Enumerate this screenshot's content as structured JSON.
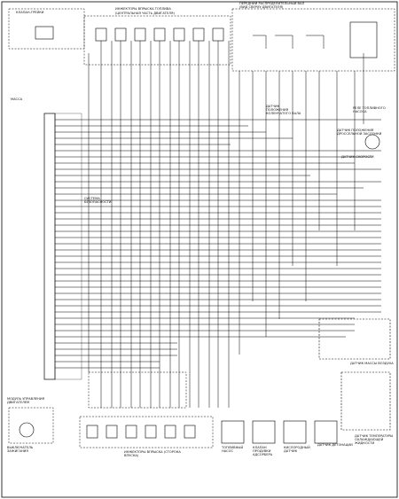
{
  "texts": {
    "ignition_coils_title": "КЛАПАН-ГРЕЙКИ",
    "injectors_title": "ИНЖЕКТОРЫ ВПРЫСКА ТОПЛИВА",
    "injectors_sub": "(ЦЕНТРАЛЬНАЯ ЧАСТЬ ДВИГАТЕЛЯ)",
    "camshaft_title": "ПЕРЕДНИЙ РАСПРЕДЕЛИТЕЛЬНЫЙ ВАЛ",
    "camshaft_sub": "(ВИД СВЕРХУ ДВИГАТЕЛЯ)",
    "throttle_sensor": "ДАТЧИК ПОЛОЖЕНИЯ ДРОССЕЛЬНОЙ ЗАСЛОНКИ",
    "speed_sensor": "ДАТЧИК СКОРОСТИ",
    "control_module": "МОДУЛЬ УПРАВЛЕНИЯ ДВИГАТЕЛЕМ",
    "ignition_switch": "ВЫКЛЮЧАТЕЛЬ ЗАЖИГАНИЯ",
    "knock_sensor": "ДАТЧИК ДЕТОНАЦИИ",
    "coolant_sensor": "ДАТЧИК ТЕМПЕРАТУРЫ ОХЛАЖДАЮЩЕЙ ЖИДКОСТИ",
    "mass_air_flow": "ДАТЧИК МАССЫ ВОЗДУХА",
    "security_system": "СИСТЕМА БЕЗОПАСНОСТИ",
    "bottom_injectors": "ИНЖЕКТОРЫ ВПРЫСКА (СТОРОНА ВПУСКА)",
    "ground_main": "МАССА",
    "fuel_pump": "ТОПЛИВНЫЙ НАСОС",
    "canister_valve": "КЛАПАН ПРОДУВКИ АДСОРБЕРА",
    "oxygen_sensor": "КИСЛОРОДНЫЙ ДАТЧИК",
    "crank_sensor": "ДАТЧИК ПОЛОЖЕНИЯ КОЛЕНЧАТОГО ВАЛА",
    "vs_relay": "РЕЛЕ ТОПЛИВНОГО НАСОСА"
  }
}
